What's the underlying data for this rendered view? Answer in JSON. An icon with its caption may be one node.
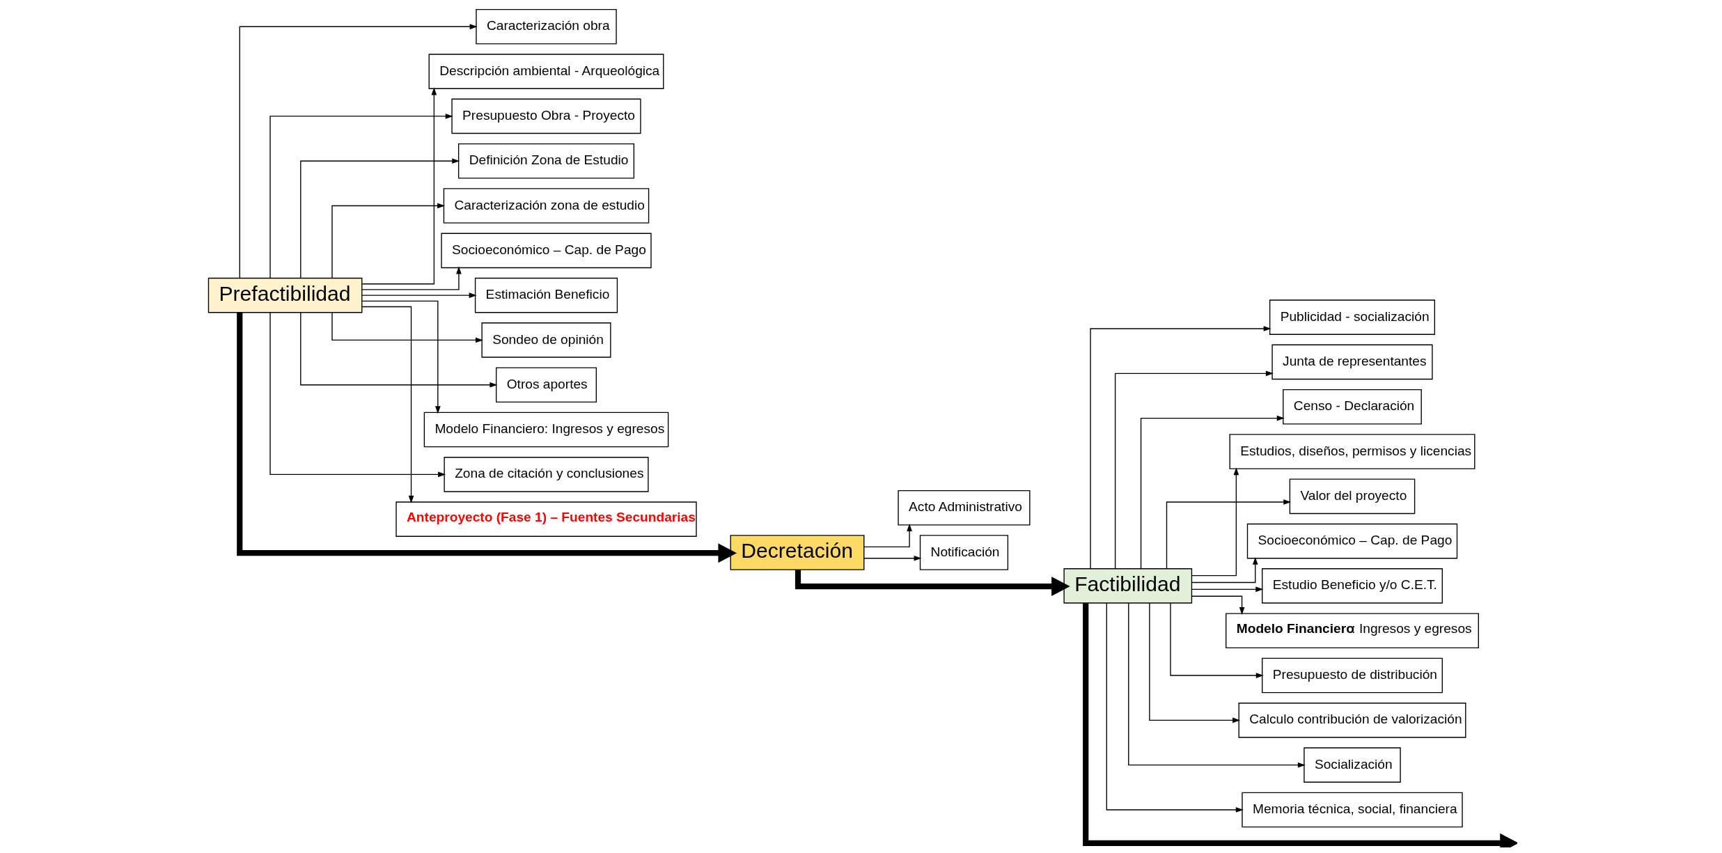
{
  "diagram": {
    "nodes": [
      {
        "text": [
          "Prefactibilidad"
        ]
      },
      {
        "text": [
          "Caracterización obra"
        ]
      },
      {
        "text": [
          "Descripción ambiental - Arqueológica"
        ]
      },
      {
        "text": [
          "Presupuesto Obra - Proyecto"
        ]
      },
      {
        "text": [
          "Definición Zona de Estudio"
        ]
      },
      {
        "text": [
          "Caracterización zona de estudio"
        ]
      },
      {
        "text": [
          "Socioeconómico – Cap. de Pago"
        ]
      },
      {
        "text": [
          "Estimación Beneficio"
        ]
      },
      {
        "text": [
          "Sondeo de opinión"
        ]
      },
      {
        "text": [
          "Otros aportes"
        ]
      },
      {
        "text": [
          "Modelo Financiero: Ingresos y egresos"
        ]
      },
      {
        "text": [
          "Zona de citación y conclusiones"
        ]
      },
      {
        "text": [
          "Anteproyecto (Fase 1) – Fuentes Secundarias"
        ]
      },
      {
        "text": [
          "Decretación"
        ]
      },
      {
        "text": [
          "Acto Administrativo"
        ]
      },
      {
        "text": [
          "Notificación"
        ]
      },
      {
        "text": [
          "Factibilidad"
        ]
      },
      {
        "text": [
          "Publicidad - socialización"
        ]
      },
      {
        "text": [
          "Junta de representantes"
        ]
      },
      {
        "text": [
          "Censo - Declaración"
        ]
      },
      {
        "text": [
          "Estudios, diseños, permisos y licencias"
        ]
      },
      {
        "text": [
          "Valor del proyecto"
        ]
      },
      {
        "text": [
          "Socioeconómico – Cap. de Pago"
        ]
      },
      {
        "text": [
          "Estudio Beneficio y/o C.E.T."
        ]
      },
      {
        "text": [
          "**Modelo Financiero**: Ingresos y egresos"
        ]
      },
      {
        "text": [
          "Presupuesto de distribución"
        ]
      },
      {
        "text": [
          "Calculo contribución de valorización"
        ]
      },
      {
        "text": [
          "Socialización"
        ]
      },
      {
        "text": [
          "Memoria técnica, social, financiera"
        ]
      }
    ],
    "edges": [
      {
        "from": 0,
        "to": 13,
        "arrow": "to",
        "style": "thick"
      },
      {
        "from": 13,
        "to": 16,
        "arrow": "to",
        "style": "thick"
      },
      {
        "from": 16,
        "to": null,
        "arrow": "to",
        "style": "thick"
      },
      {
        "from": 0,
        "to": 1,
        "arrow": "to"
      },
      {
        "from": 0,
        "to": 2,
        "arrow": "to"
      },
      {
        "from": 0,
        "to": 3,
        "arrow": "to"
      },
      {
        "from": 0,
        "to": 4,
        "arrow": "to"
      },
      {
        "from": 0,
        "to": 5,
        "arrow": "to"
      },
      {
        "from": 0,
        "to": 6,
        "arrow": "to"
      },
      {
        "from": 0,
        "to": 7,
        "arrow": "to"
      },
      {
        "from": 0,
        "to": 8,
        "arrow": "to"
      },
      {
        "from": 0,
        "to": 9,
        "arrow": "to"
      },
      {
        "from": 0,
        "to": 10,
        "arrow": "to"
      },
      {
        "from": 0,
        "to": 11,
        "arrow": "to"
      },
      {
        "from": 0,
        "to": 12,
        "arrow": "to"
      },
      {
        "from": 13,
        "to": 14,
        "arrow": "to"
      },
      {
        "from": 13,
        "to": 15,
        "arrow": "to"
      },
      {
        "from": 16,
        "to": 17,
        "arrow": "to"
      },
      {
        "from": 16,
        "to": 18,
        "arrow": "to"
      },
      {
        "from": 16,
        "to": 19,
        "arrow": "to"
      },
      {
        "from": 16,
        "to": 20,
        "arrow": "to"
      },
      {
        "from": 16,
        "to": 21,
        "arrow": "to"
      },
      {
        "from": 16,
        "to": 22,
        "arrow": "to"
      },
      {
        "from": 16,
        "to": 23,
        "arrow": "to"
      },
      {
        "from": 16,
        "to": 24,
        "arrow": "to"
      },
      {
        "from": 16,
        "to": 25,
        "arrow": "to"
      },
      {
        "from": 16,
        "to": 26,
        "arrow": "to"
      },
      {
        "from": 16,
        "to": 27,
        "arrow": "to"
      },
      {
        "from": 16,
        "to": 28,
        "arrow": "to"
      }
    ]
  }
}
